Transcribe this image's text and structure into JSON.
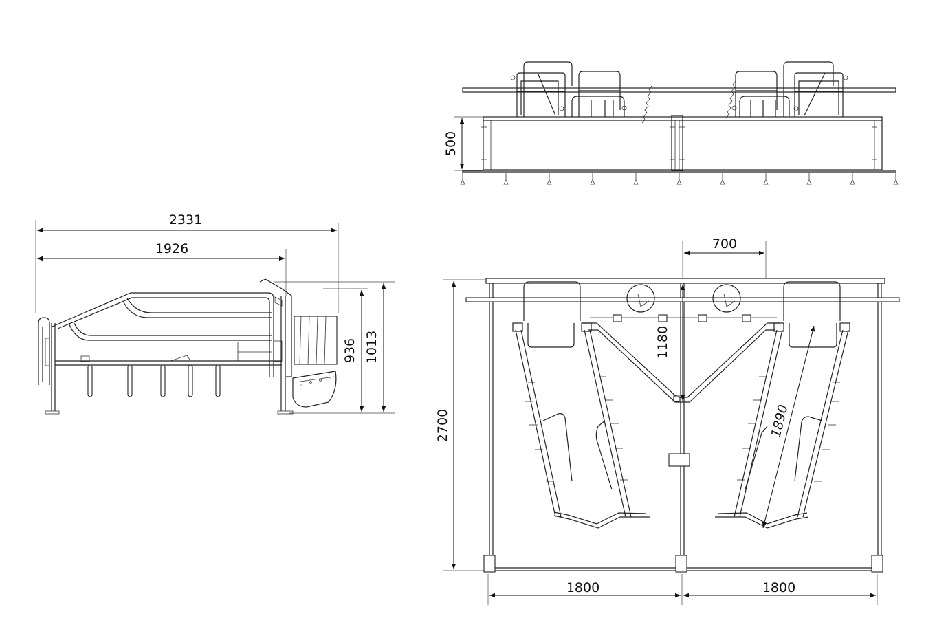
{
  "dimensions": {
    "front_height": "500",
    "side_total_length": "2331",
    "side_body_length": "1926",
    "side_height_936": "936",
    "side_height_1013": "1013",
    "plan_top_spacing": "700",
    "plan_depth": "2700",
    "plan_trough_depth": "1180",
    "plan_crate_length": "1890",
    "plan_width_left": "1800",
    "plan_width_right": "1800"
  },
  "colors": {
    "line": "#222222",
    "background": "#ffffff"
  }
}
